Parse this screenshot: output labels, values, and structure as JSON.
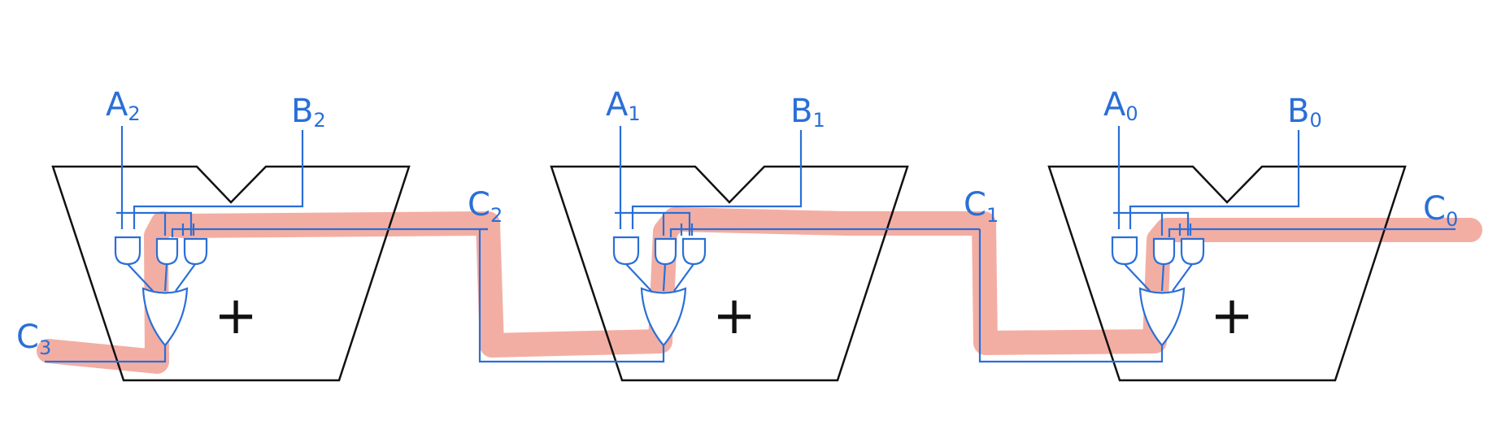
{
  "diagram": {
    "colors": {
      "wire": "#2a6fd6",
      "adder_outline": "#111111",
      "carry_highlight": "#f2a79c",
      "background": "#ffffff"
    },
    "adders": [
      {
        "a_base": "A",
        "a_sub": "2",
        "b_base": "B",
        "b_sub": "2",
        "symbol": "+"
      },
      {
        "a_base": "A",
        "a_sub": "1",
        "b_base": "B",
        "b_sub": "1",
        "symbol": "+"
      },
      {
        "a_base": "A",
        "a_sub": "0",
        "b_base": "B",
        "b_sub": "0",
        "symbol": "+"
      }
    ],
    "carries": [
      {
        "base": "C",
        "sub": "3"
      },
      {
        "base": "C",
        "sub": "2"
      },
      {
        "base": "C",
        "sub": "1"
      },
      {
        "base": "C",
        "sub": "0"
      }
    ]
  }
}
